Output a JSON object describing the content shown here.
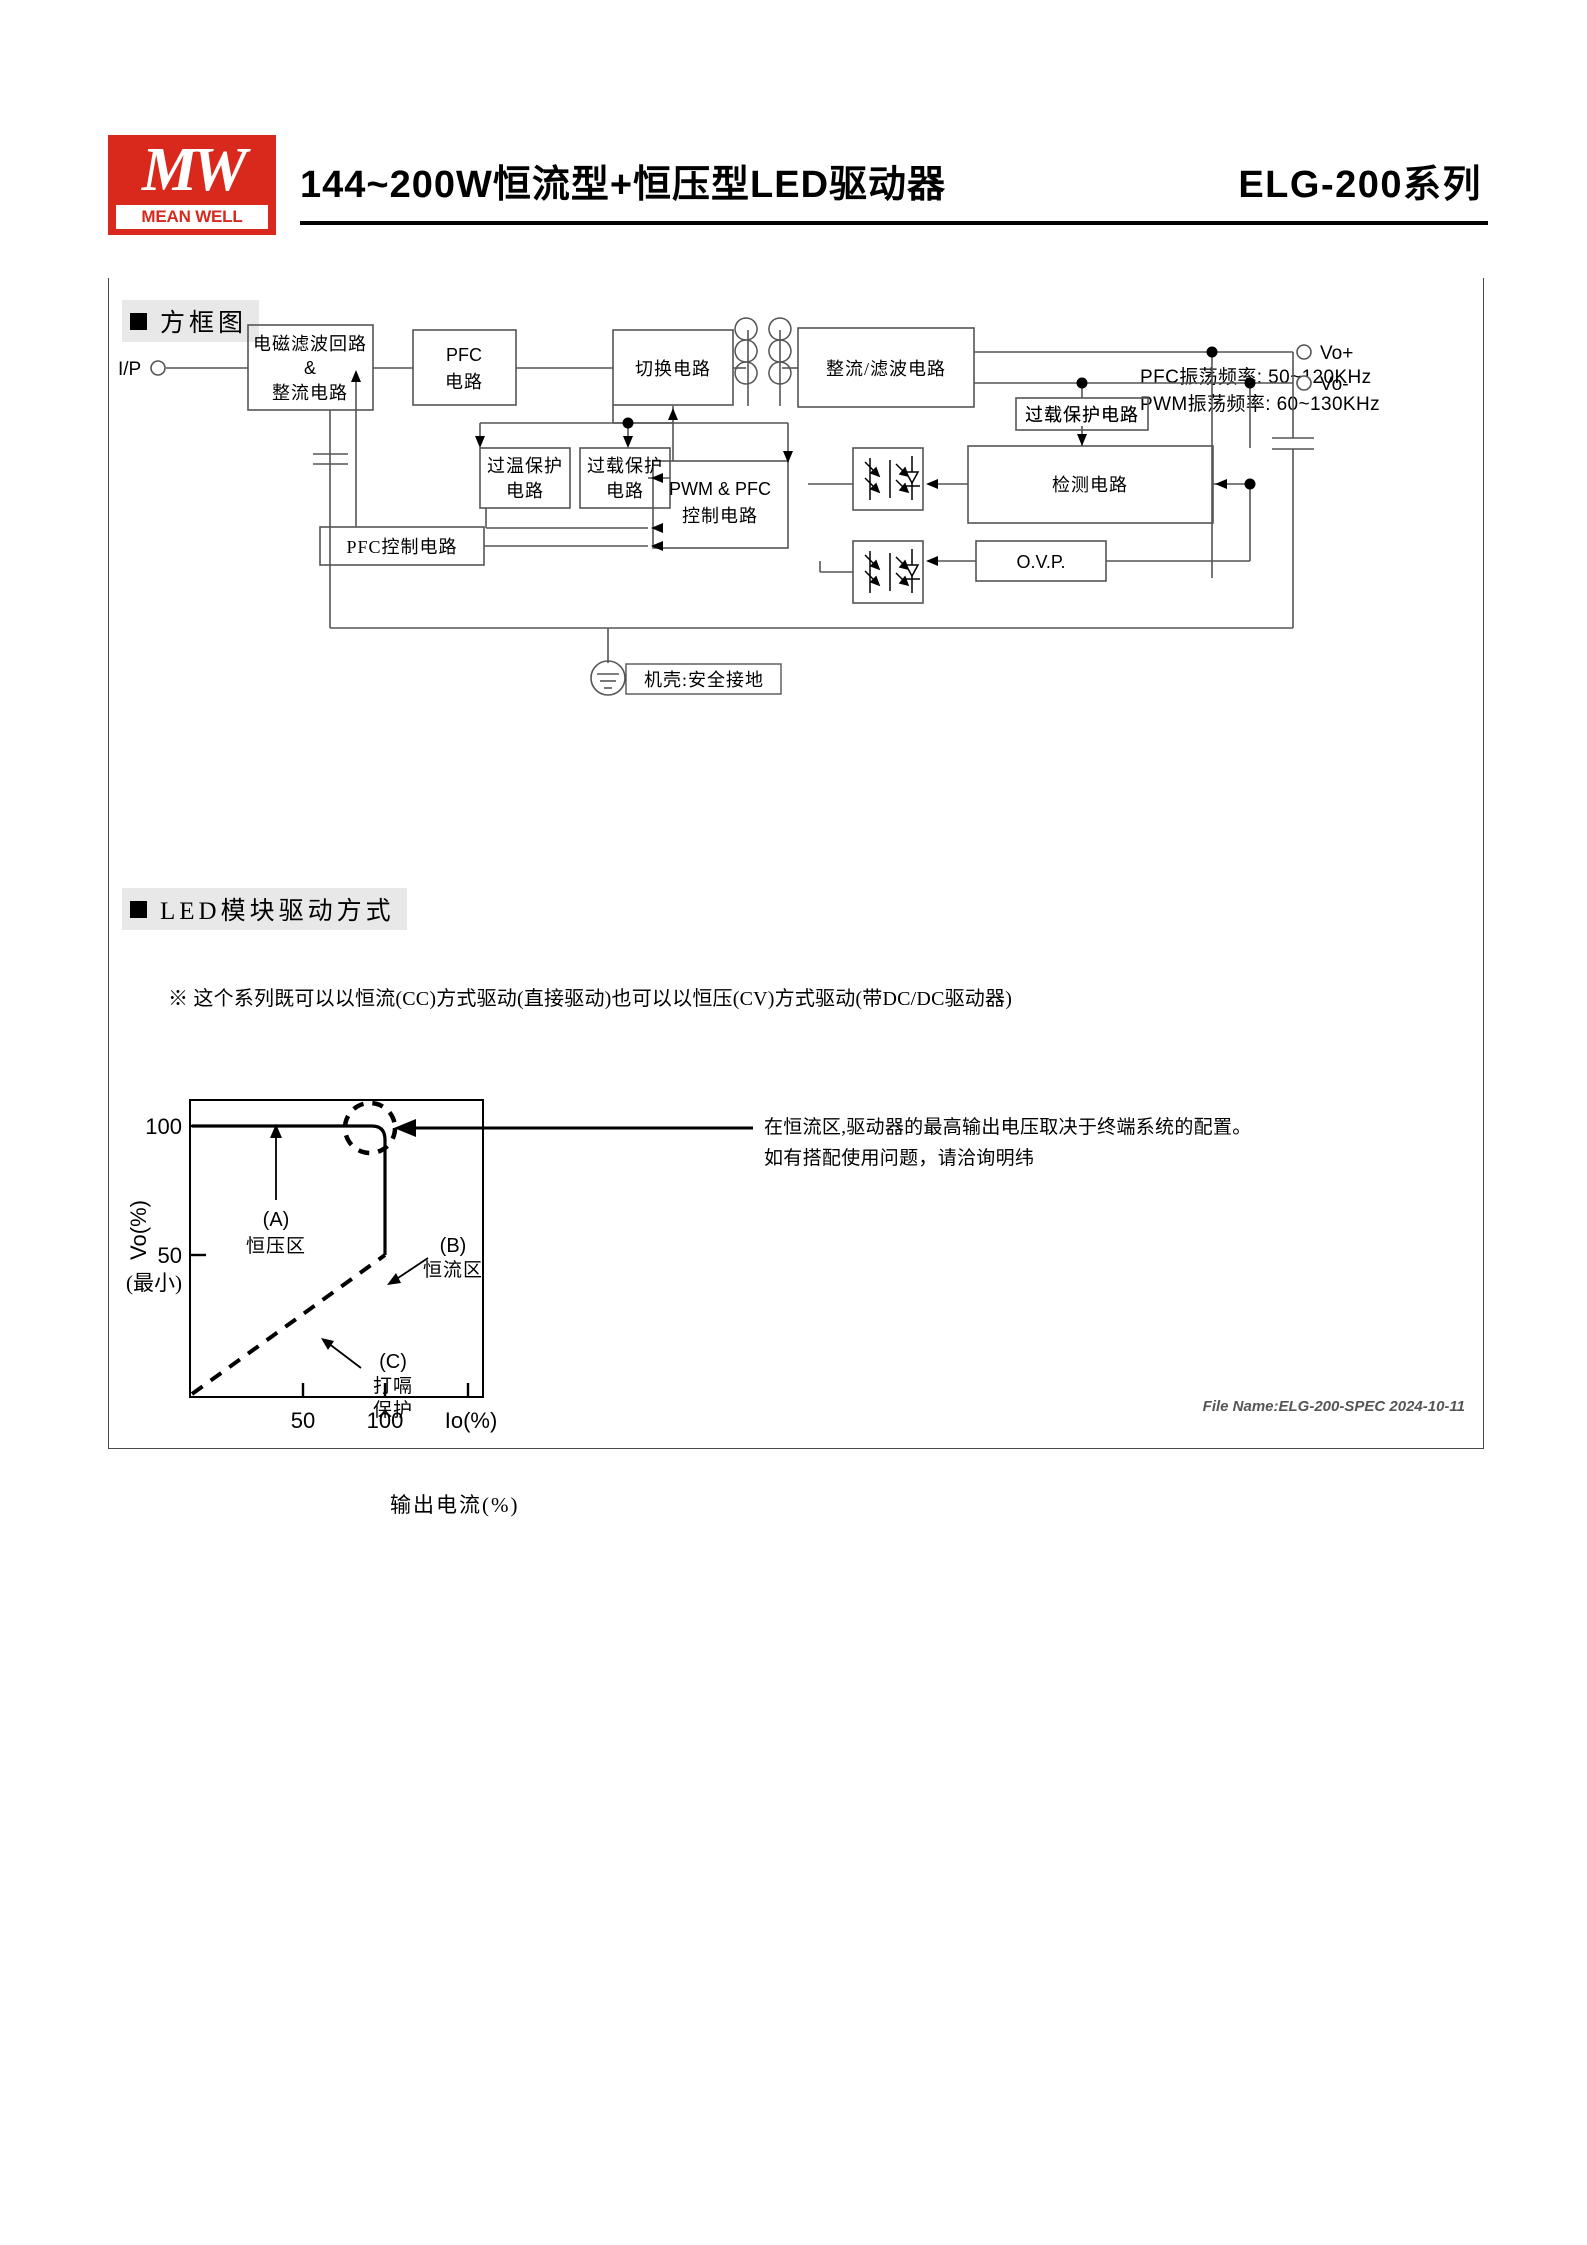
{
  "header": {
    "logo_mark": "MW",
    "logo_brand": "MEAN WELL",
    "title": "144~200W恒流型+恒压型LED驱动器",
    "series": "ELG-200系列"
  },
  "sections": {
    "block_diagram_heading": "方框图",
    "led_drive_heading": "LED模块驱动方式"
  },
  "pfc_note": {
    "line1": "PFC振荡频率: 50~120KHz",
    "line2": "PWM振荡频率: 60~130KHz"
  },
  "block_diagram": {
    "input_label": "I/P",
    "output_positive": "Vo+",
    "output_negative": "Vo-",
    "boxes": {
      "emi_rectifier_line1": "电磁滤波回路",
      "emi_rectifier_line2": "&",
      "emi_rectifier_line3": "整流电路",
      "pfc_line1": "PFC",
      "pfc_line2": "电路",
      "switching": "切换电路",
      "rectifier_filter": "整流/滤波电路",
      "otp_line1": "过温保护",
      "otp_line2": "电路",
      "olp_line1": "过载保护",
      "olp_line2": "电路",
      "pwm_pfc_line1": "PWM & PFC",
      "pwm_pfc_line2": "控制电路",
      "pfc_control": "PFC控制电路",
      "overload_protection": "过载保护电路",
      "detection": "检测电路",
      "ovp": "O.V.P."
    },
    "ground_label": "机壳:安全接地"
  },
  "led_drive": {
    "note": "※ 这个系列既可以以恒流(CC)方式驱动(直接驱动)也可以以恒压(CV)方式驱动(带DC/DC驱动器)",
    "side_note_line1": "在恒流区,驱动器的最高输出电压取决于终端系统的配置。",
    "side_note_line2": "如有搭配使用问题，请洽询明纬",
    "caption": "输出电流(%)"
  },
  "chart_data": {
    "type": "line",
    "title": "",
    "xlabel": "输出电流(%)",
    "ylabel": "Vo(%)",
    "x_axis_unit_label": "Io(%)",
    "xlim": [
      0,
      130
    ],
    "ylim": [
      0,
      115
    ],
    "x_ticks": [
      50,
      100
    ],
    "x_tick_labels": [
      "50",
      "100"
    ],
    "y_ticks": [
      50,
      100
    ],
    "y_tick_labels": [
      "100",
      "50"
    ],
    "y_tick_sub_label": "(最小)",
    "series": [
      {
        "name": "恒压区 / 恒流区 输出曲线",
        "style": "solid",
        "points": [
          [
            0,
            100
          ],
          [
            92,
            100
          ],
          [
            100,
            95
          ],
          [
            100,
            50
          ]
        ]
      },
      {
        "name": "打嗝保护",
        "style": "dashed",
        "points": [
          [
            0,
            0
          ],
          [
            100,
            50
          ]
        ]
      }
    ],
    "annotations": [
      {
        "id": "A",
        "label": "(A)",
        "text": "恒压区",
        "region": "constant voltage region"
      },
      {
        "id": "B",
        "label": "(B)",
        "text": "恒流区",
        "region": "constant current region"
      },
      {
        "id": "C",
        "label": "(C)",
        "text_line1": "打嗝",
        "text_line2": "保护",
        "region": "hiccup protection"
      }
    ],
    "highlight": "dashed-circle at knee point (100% Io, 100% Vo)",
    "grid": false,
    "legend": "none"
  },
  "footer": {
    "file_name": "File Name:ELG-200-SPEC  2024-10-11"
  }
}
